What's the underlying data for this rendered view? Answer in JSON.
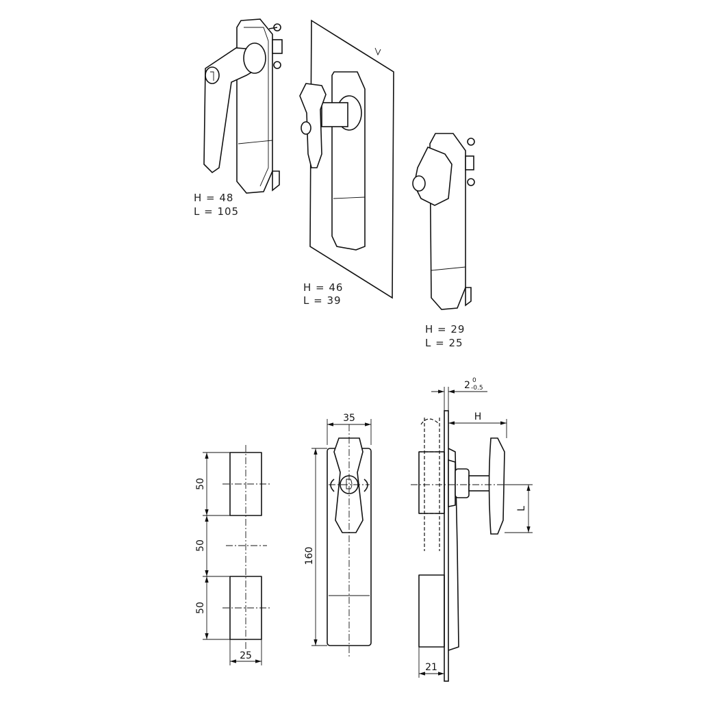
{
  "variants": [
    {
      "h_label": "H = 48",
      "l_label": "L = 105"
    },
    {
      "h_label": "H = 46",
      "l_label": "L = 39"
    },
    {
      "h_label": "H = 29",
      "l_label": "L = 25"
    }
  ],
  "dimensions": {
    "spacing_top": "50",
    "spacing_mid": "50",
    "spacing_bottom": "50",
    "cutout_width": "25",
    "body_width": "35",
    "body_height": "160",
    "panel_thickness": "2",
    "panel_tol_upper": "0",
    "panel_tol_lower": "-0.5",
    "handle_height": "H",
    "handle_length": "L",
    "depth": "21"
  }
}
